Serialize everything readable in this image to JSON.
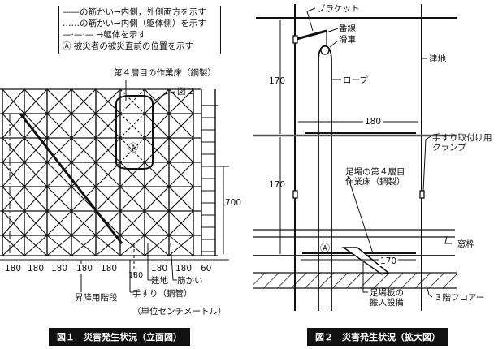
{
  "figure1": {
    "legend": [
      "——の筋かい→内側，外側両方を示す",
      "……の筋かい→内側（躯体側）を示す",
      "—·—·—  →躯体を示す",
      "Ⓐ 被災者の被災直前の位置を示す"
    ],
    "work_floor_label": "第４層目の作業床（鋼製）",
    "fig2_ref": "図 2",
    "victim_marker": "Ⓐ",
    "dimension_700": "700",
    "bay_dims": [
      "180",
      "180",
      "180",
      "180",
      "180",
      "180",
      "180",
      "180",
      "60"
    ],
    "small_dim": "180",
    "labels": {
      "stairs": "昇降用階段",
      "handrail": "手すり（鋼管）",
      "post": "建地",
      "brace": "筋かい"
    },
    "unit_note": "（単位センチメートル）",
    "caption": "図１　災害発生状況（立面図）"
  },
  "figure2": {
    "labels": {
      "bracket": "ブラケット",
      "wire": "番線",
      "pulley": "滑車",
      "post": "建地",
      "rope": "ロープ",
      "clamp": "手すり取付け用クランプ",
      "floor4": "足場の第４層目作業床（鋼製）",
      "window": "窓枠",
      "floor3": "３階フロアー",
      "board_equipment": "足場板の搬入設備"
    },
    "dims": {
      "upper_height": "170",
      "lower_height": "170",
      "width": "180",
      "floor_width": "170"
    },
    "victim_marker": "Ⓐ",
    "caption": "図２　災害発生状況（拡大図）"
  }
}
